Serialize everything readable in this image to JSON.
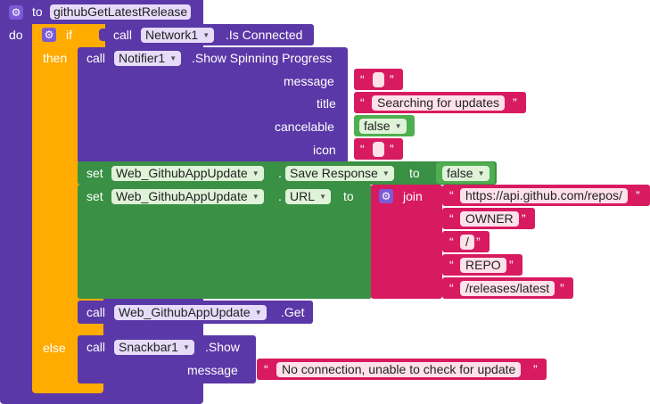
{
  "procedure": {
    "to_label": "to",
    "name": "githubGetLatestRelease",
    "do_label": "do"
  },
  "if_block": {
    "if_label": "if",
    "then_label": "then",
    "else_label": "else"
  },
  "condition": {
    "call_label": "call",
    "component": "Network1",
    "property": ".Is Connected"
  },
  "notifier": {
    "call_label": "call",
    "component": "Notifier1",
    "method": ".Show Spinning Progress",
    "message_label": "message",
    "message_value": "",
    "title_label": "title",
    "title_value": "Searching for updates",
    "cancelable_label": "cancelable",
    "cancelable_value": "false",
    "icon_label": "icon",
    "icon_value": ""
  },
  "set_save": {
    "set_label": "set",
    "component": "Web_GithubAppUpdate",
    "dot": ".",
    "property": "Save Response",
    "to_label": "to",
    "value": "false"
  },
  "set_url": {
    "set_label": "set",
    "component": "Web_GithubAppUpdate",
    "dot": ".",
    "property": "URL",
    "to_label": "to",
    "join_label": "join",
    "parts": [
      "https://api.github.com/repos/",
      "OWNER",
      "/",
      "REPO",
      "/releases/latest"
    ]
  },
  "web_get": {
    "call_label": "call",
    "component": "Web_GithubAppUpdate",
    "method": ".Get"
  },
  "snackbar": {
    "call_label": "call",
    "component": "Snackbar1",
    "method": ".Show",
    "message_label": "message",
    "message_value": "No connection, unable to check for update"
  },
  "quote_open": "“",
  "quote_close": "”",
  "dropdown_glyph": "▼",
  "colors": {
    "procedure": "#5b38a7",
    "control": "#ffab00",
    "setter": "#3a9145",
    "text": "#d81b60",
    "logic": "#4fae4f"
  }
}
